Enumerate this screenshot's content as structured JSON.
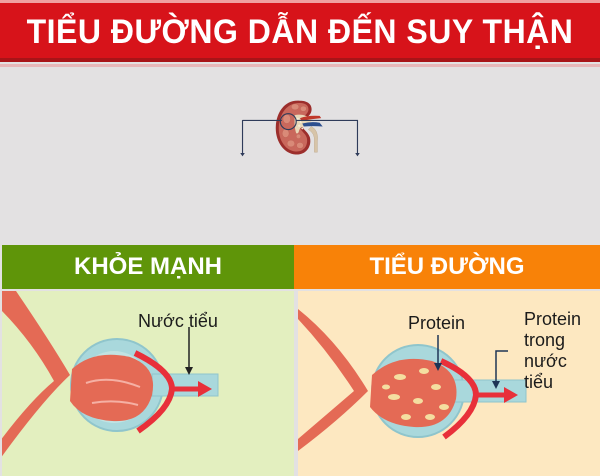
{
  "title": "TIỂU ĐƯỜNG DẪN ĐẾN SUY THẬN",
  "panels": {
    "left": {
      "heading": "KHỎE MẠNH",
      "labels": [
        "Nước tiểu"
      ]
    },
    "right": {
      "heading": "TIỂU ĐƯỜNG",
      "labels": [
        "Protein",
        "Protein",
        "trong",
        "nước",
        "tiểu"
      ]
    }
  },
  "colors": {
    "banner": "#d7131a",
    "healthy": "#5f9509",
    "diabetes": "#f88208",
    "healthy_bg": "#e3efbf",
    "diabetes_bg": "#fde8c1",
    "connector": "#2f3b5a"
  }
}
